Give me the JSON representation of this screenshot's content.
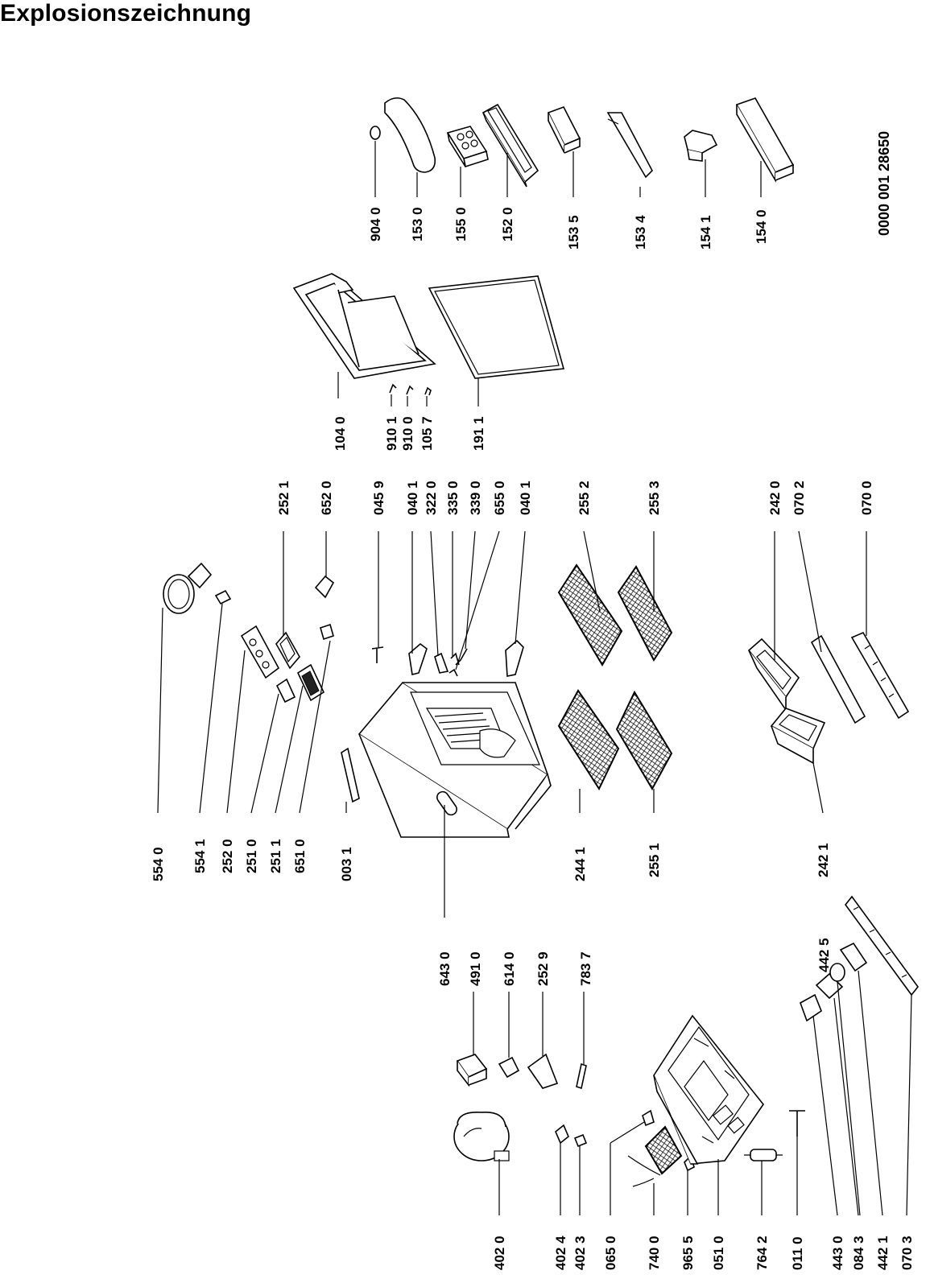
{
  "title": "Explosionszeichnung",
  "drawing_number": "0000 001 28650",
  "parts": {
    "p9040": "904 0",
    "p1530": "153 0",
    "p1550": "155 0",
    "p1520": "152 0",
    "p1535": "153 5",
    "p1534": "153 4",
    "p1541": "154 1",
    "p1540": "154 0",
    "p1040": "104 0",
    "p9101": "910 1",
    "p9100": "910 0",
    "p1057": "105 7",
    "p1911": "191 1",
    "p2521": "252 1",
    "p6520": "652 0",
    "p0459": "045 9",
    "p0401a": "040 1",
    "p3220": "322 0",
    "p3350": "335 0",
    "p3390": "339 0",
    "p6550": "655 0",
    "p0401b": "040 1",
    "p2552": "255 2",
    "p2553": "255 3",
    "p2420": "242 0",
    "p0702": "070 2",
    "p0700": "070 0",
    "p5540": "554 0",
    "p5541": "554 1",
    "p2520": "252 0",
    "p2510": "251 0",
    "p2511": "251 1",
    "p6510": "651 0",
    "p0031": "003 1",
    "p2441": "244 1",
    "p2551": "255 1",
    "p2421": "242 1",
    "p6430": "643 0",
    "p4910": "491 0",
    "p6140": "614 0",
    "p2529": "252 9",
    "p7837": "783 7",
    "p4425": "442 5",
    "p4020": "402 0",
    "p4024": "402 4",
    "p4023": "402 3",
    "p0650": "065 0",
    "p7400": "740 0",
    "p9655": "965 5",
    "p0510": "051 0",
    "p7642": "764 2",
    "p0110": "011 0",
    "p4430": "443 0",
    "p0843": "084 3",
    "p4421": "442 1",
    "p0703": "070 3"
  }
}
